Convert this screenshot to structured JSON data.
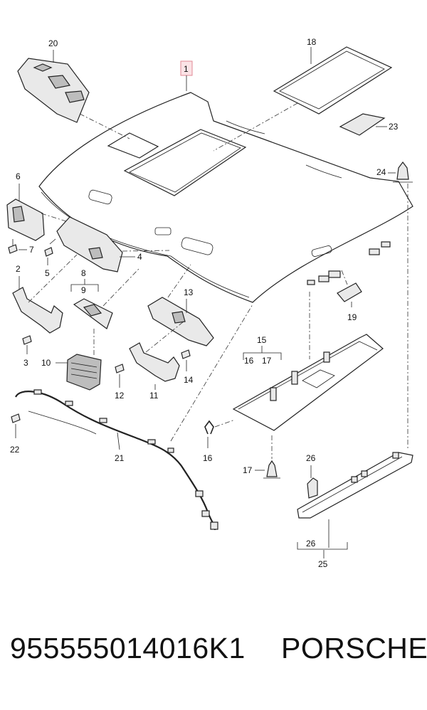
{
  "footer": {
    "part_number": "955555014016K1",
    "brand": "PORSCHE"
  },
  "callouts": {
    "c1": "1",
    "c2": "2",
    "c3": "3",
    "c4": "4",
    "c5": "5",
    "c6": "6",
    "c7": "7",
    "c8": "8",
    "c9": "9",
    "c10": "10",
    "c11": "11",
    "c12": "12",
    "c13": "13",
    "c14": "14",
    "c15": "15",
    "c15_16": "16",
    "c15_17": "17",
    "c16": "16",
    "c17": "17",
    "c18": "18",
    "c19": "19",
    "c20": "20",
    "c21": "21",
    "c22": "22",
    "c23": "23",
    "c24": "24",
    "c25": "25",
    "c26a": "26",
    "c26b": "26"
  },
  "highlight_color": "#fbe3e6"
}
